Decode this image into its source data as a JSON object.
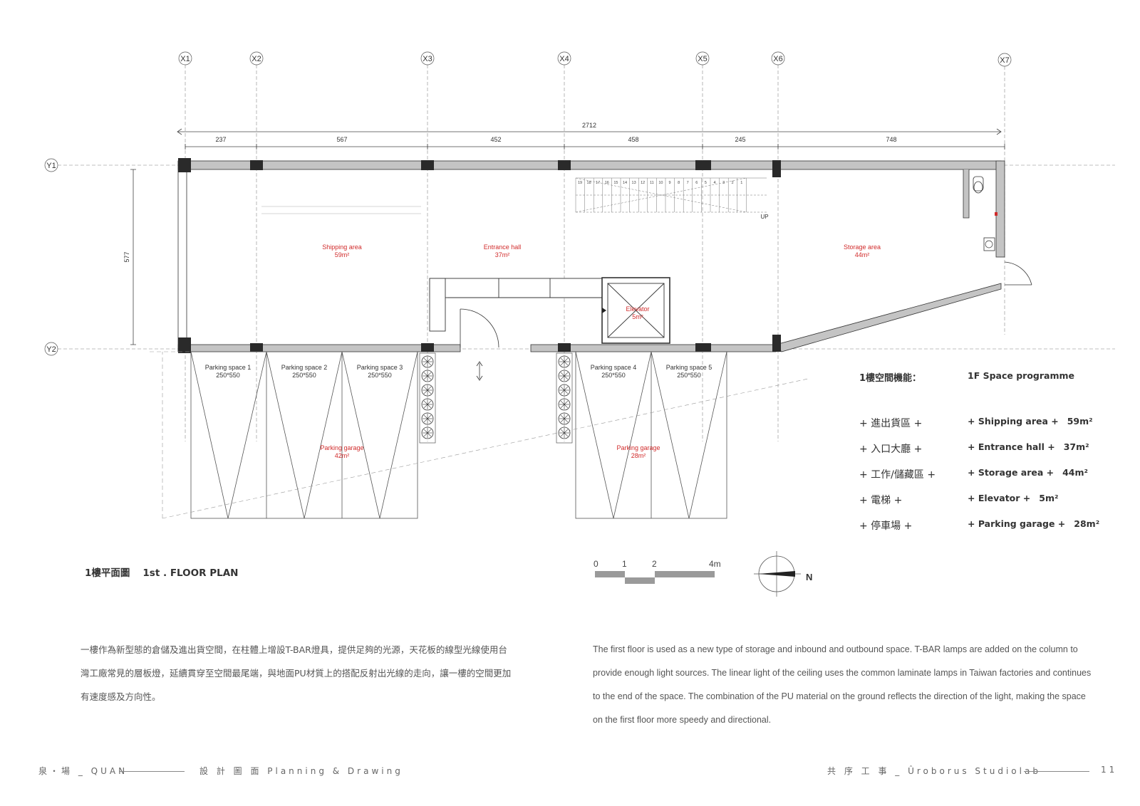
{
  "grid": {
    "x_axes": [
      "X1",
      "X2",
      "X3",
      "X4",
      "X5",
      "X6",
      "X7"
    ],
    "y_axes": [
      "Y1",
      "Y2"
    ]
  },
  "dimensions": {
    "total": "2712",
    "segments": [
      "237",
      "567",
      "452",
      "458",
      "245",
      "748"
    ],
    "depth": "577"
  },
  "rooms": [
    {
      "name": "Shipping area",
      "area": "59m²"
    },
    {
      "name": "Entrance hall",
      "area": "37m²"
    },
    {
      "name": "Storage area",
      "area": "44m²"
    },
    {
      "name": "Elevator",
      "area": "5m²"
    }
  ],
  "parking_spaces": [
    {
      "name": "Parking space 1",
      "size": "250*550"
    },
    {
      "name": "Parking space 2",
      "size": "250*550"
    },
    {
      "name": "Parking space 3",
      "size": "250*550"
    },
    {
      "name": "Parking space 4",
      "size": "250*550"
    },
    {
      "name": "Parking space 5",
      "size": "250*550"
    }
  ],
  "garages": [
    {
      "name": "Parking garage",
      "area": "42m²"
    },
    {
      "name": "Parking garage",
      "area": "28m²"
    }
  ],
  "stair_steps": [
    "19",
    "18",
    "17",
    "16",
    "15",
    "14",
    "13",
    "12",
    "11",
    "10",
    "9",
    "8",
    "7",
    "6",
    "5",
    "4",
    "3",
    "2",
    "1"
  ],
  "stair_up": "UP",
  "scale_bar": {
    "ticks": [
      "0",
      "1",
      "2",
      "4m"
    ]
  },
  "north": "N",
  "plan_title": {
    "zh": "1樓平面圖",
    "en": "1st . FLOOR PLAN"
  },
  "programme": {
    "heading_zh": "1樓空間機能：",
    "heading_en": "1F Space programme",
    "items": [
      {
        "zh": "+ 進出貨區 +",
        "en": "+ Shipping area +",
        "area": "59m²"
      },
      {
        "zh": "+ 入口大廳 +",
        "en": "+ Entrance hall +",
        "area": "37m²"
      },
      {
        "zh": "+ 工作/儲藏區 +",
        "en": "+ Storage area +",
        "area": "44m²"
      },
      {
        "zh": "+ 電梯 +",
        "en": "+ Elevator +",
        "area": "5m²"
      },
      {
        "zh": "+ 停車場 +",
        "en": "+ Parking garage +",
        "area": "28m²"
      }
    ]
  },
  "description": {
    "zh": [
      "一樓作為新型態的倉儲及進出貨空間，在柱體上增設T-BAR燈具，提供足夠的光源，天花板的線型光線使用台",
      "灣工廠常見的層板燈，延續貫穿至空間最尾端，與地面PU材質上的搭配反射出光線的走向，讓一樓的空間更加",
      "有速度感及方向性。"
    ],
    "en": [
      "The first floor is used as a new type of storage and inbound and outbound space. T-BAR lamps are added on the column to",
      "provide enough light sources. The linear light of the ceiling uses the common laminate lamps in Taiwan factories and continues",
      "to the end of the space. The combination of the PU material on the ground reflects the direction of the light, making the space",
      "on the first floor more speedy and directional."
    ]
  },
  "footer": {
    "left_brand": "泉・場 _ QUAN",
    "section": "設 計 圖 面   Planning & Drawing",
    "right_brand": "共 序 工 事 _ Ûroborus Studiolab",
    "page": "11"
  },
  "colors": {
    "room_label": "#d12b2b",
    "wall": "#bdbdbd",
    "column": "#2a2a2a",
    "line": "#444444"
  }
}
